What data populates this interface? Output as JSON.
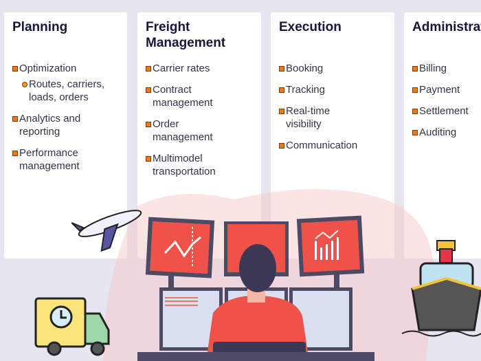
{
  "columns": [
    {
      "title": "Planning",
      "items": [
        {
          "label": "Optimization"
        },
        {
          "label": "Routes, carriers, loads, orders",
          "sub": true
        },
        {
          "label": "Analytics and reporting"
        },
        {
          "label": "Performance management"
        }
      ]
    },
    {
      "title": "Freight Management",
      "items": [
        {
          "label": "Carrier rates"
        },
        {
          "label": "Contract management"
        },
        {
          "label": "Order management"
        },
        {
          "label": "Multimodel transportation"
        }
      ]
    },
    {
      "title": "Execution",
      "items": [
        {
          "label": "Booking"
        },
        {
          "label": "Tracking"
        },
        {
          "label": "Real-time visibility"
        },
        {
          "label": "Communication"
        }
      ]
    },
    {
      "title": "Administration",
      "items": [
        {
          "label": "Billing"
        },
        {
          "label": "Payment"
        },
        {
          "label": "Settlement"
        },
        {
          "label": "Auditing"
        }
      ]
    }
  ],
  "colors": {
    "accent": "#f0524a",
    "bullet": "#f07a12",
    "title": "#17173a",
    "background": "#e7e6f0"
  },
  "icons": [
    "airplane-icon",
    "truck-clock-icon",
    "ship-icon",
    "monitor-line-chart-icon",
    "monitor-bar-chart-icon",
    "operator-person-icon"
  ]
}
